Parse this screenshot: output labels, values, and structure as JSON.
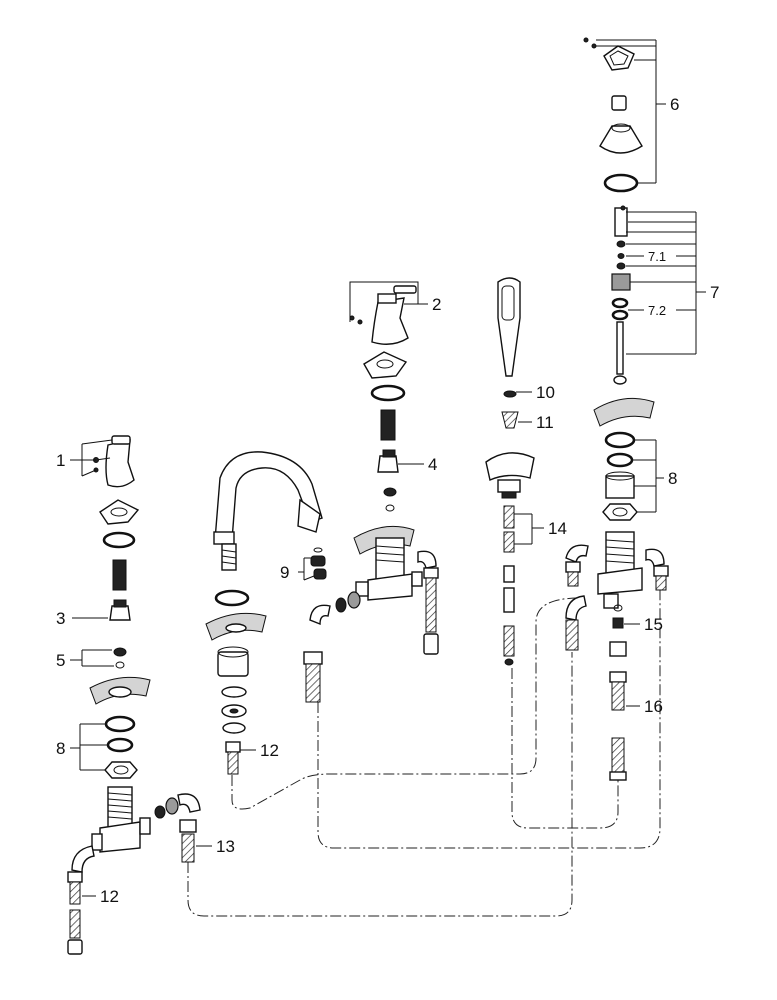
{
  "callouts": {
    "c1": "1",
    "c2": "2",
    "c3": "3",
    "c4": "4",
    "c5": "5",
    "c6": "6",
    "c7": "7",
    "c7_1": "7.1",
    "c7_2": "7.2",
    "c8_left": "8",
    "c8_right": "8",
    "c9": "9",
    "c10": "10",
    "c11": "11",
    "c12_spout": "12",
    "c12_left": "12",
    "c13": "13",
    "c14": "14",
    "c15": "15",
    "c16": "16"
  }
}
